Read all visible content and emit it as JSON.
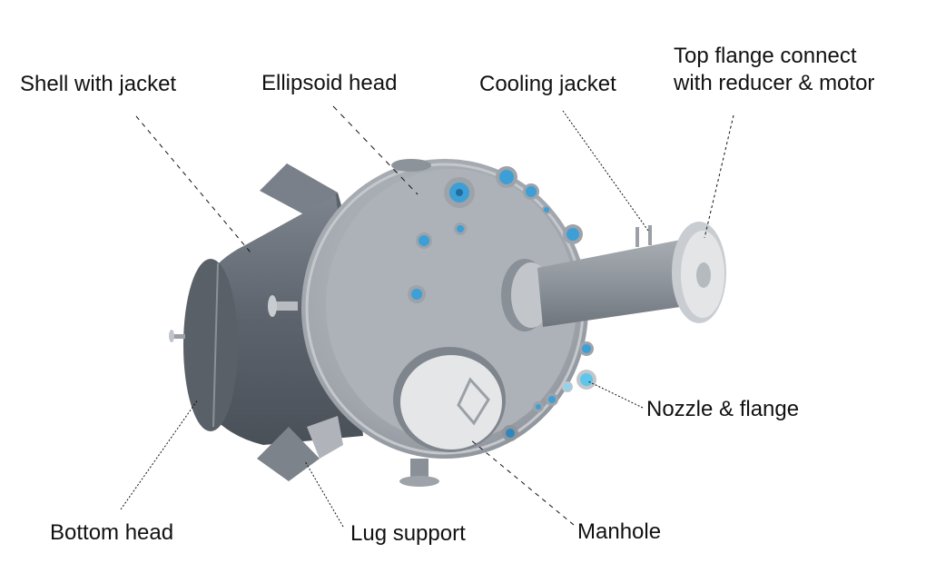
{
  "diagram": {
    "subject": "Jacketed reactor vessel",
    "labels": [
      {
        "id": "shell",
        "text": "Shell with jacket"
      },
      {
        "id": "ellipsoid",
        "text": "Ellipsoid head"
      },
      {
        "id": "cooling",
        "text": "Cooling jacket"
      },
      {
        "id": "top_flange_line1",
        "text": "Top flange connect"
      },
      {
        "id": "top_flange_line2",
        "text": "with reducer & motor"
      },
      {
        "id": "nozzle",
        "text": "Nozzle & flange"
      },
      {
        "id": "bottom",
        "text": "Bottom head"
      },
      {
        "id": "lug",
        "text": "Lug support"
      },
      {
        "id": "manhole",
        "text": "Manhole"
      }
    ],
    "colors": {
      "shell_dark": "#5f6670",
      "head_light": "#a7acb3",
      "flange_blue": "#3d9fd6",
      "manhole_white": "#e4e6e8",
      "text": "#111111"
    }
  }
}
